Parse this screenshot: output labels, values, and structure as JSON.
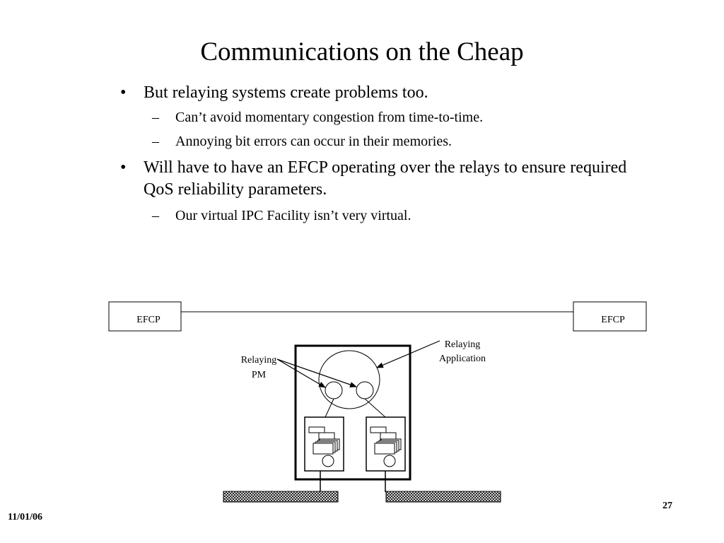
{
  "slide": {
    "title": "Communications on the Cheap",
    "bullets": [
      {
        "text": "But relaying systems create problems too.",
        "subs": [
          "Can’t avoid momentary congestion from time-to-time.",
          "Annoying bit errors can occur in their memories."
        ]
      },
      {
        "text": "Will have to have an EFCP operating over the relays to ensure required QoS reliability parameters.",
        "subs": [
          "Our virtual IPC Facility isn’t very virtual."
        ]
      }
    ],
    "bullet_symbol": "•",
    "sub_bullet_symbol": "–",
    "date": "11/01/06",
    "page_number": "27"
  },
  "diagram": {
    "efcp_left": "EFCP",
    "efcp_right": "EFCP",
    "relaying_pm_line1": "Relaying",
    "relaying_pm_line2": "PM",
    "relaying_app_line1": "Relaying",
    "relaying_app_line2": "Application"
  }
}
